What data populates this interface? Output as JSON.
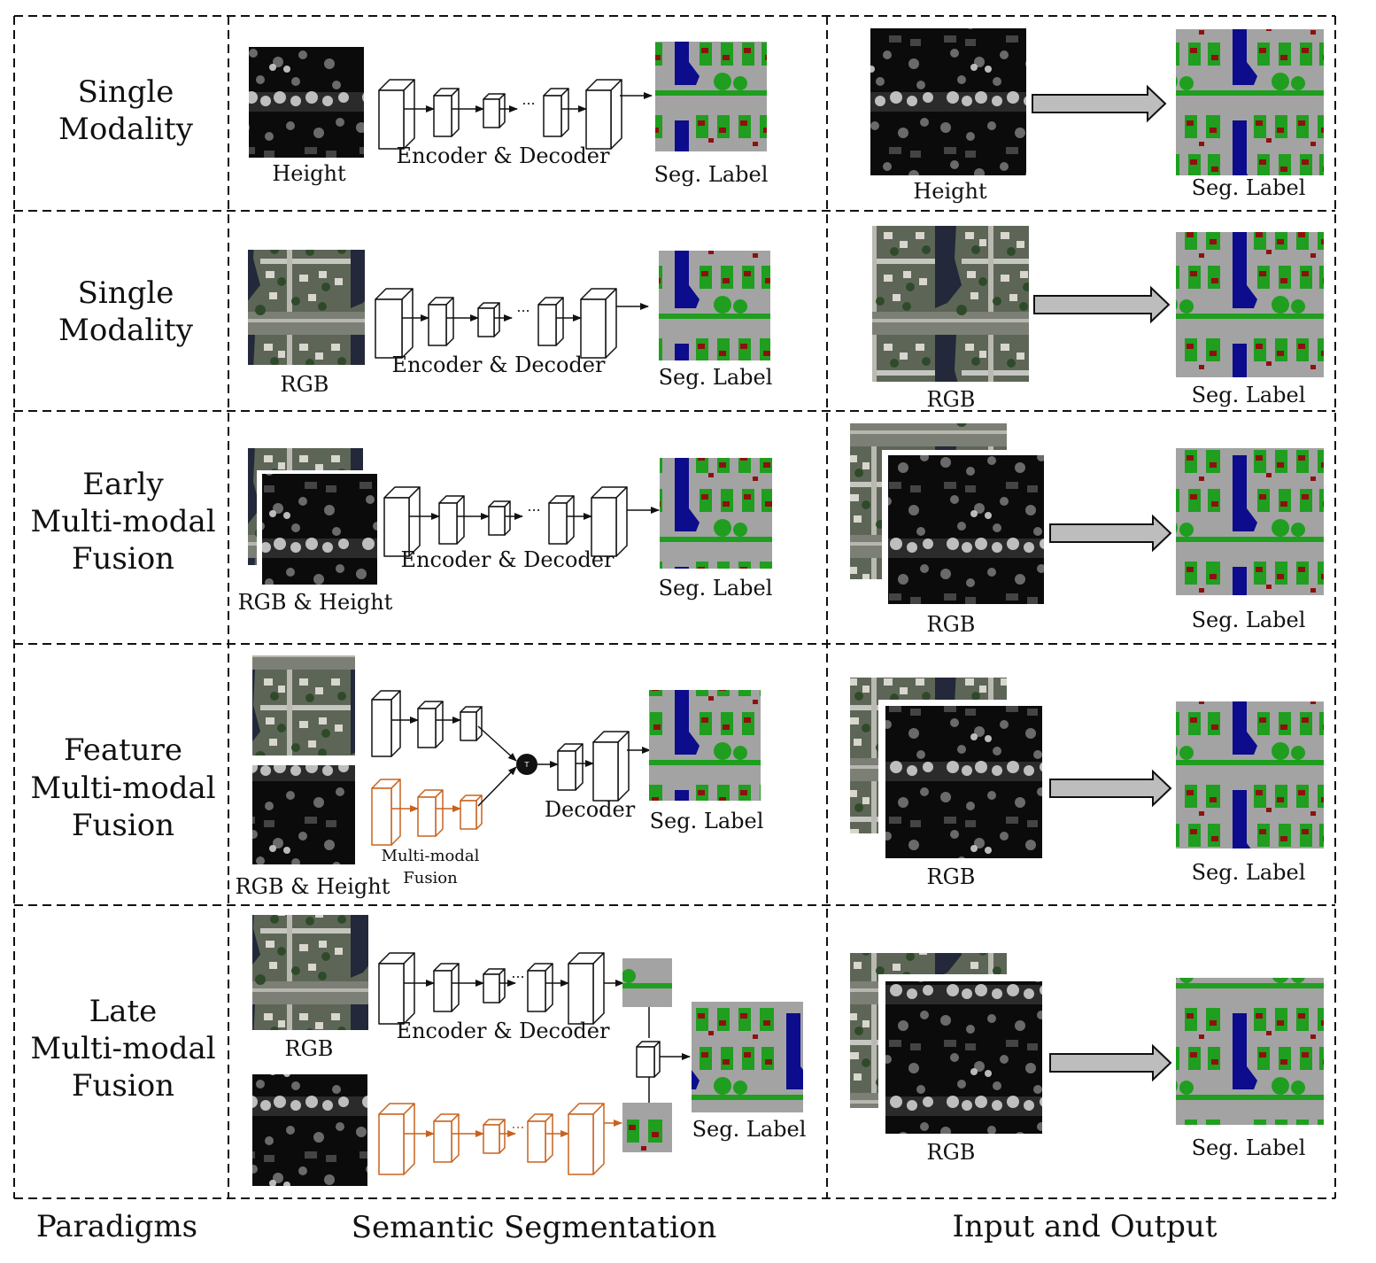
{
  "columns": {
    "paradigms": "Paradigms",
    "semantic_segmentation": "Semantic Segmentation",
    "input_output": "Input and Output"
  },
  "rows": [
    {
      "paradigm": [
        "Single",
        "Modality"
      ],
      "input_label": "Height",
      "network_label": "Encoder & Decoder",
      "output_label": "Seg. Label",
      "io_input_label": "Height",
      "io_output_label": "Seg. Label"
    },
    {
      "paradigm": [
        "Single",
        "Modality"
      ],
      "input_label": "RGB",
      "network_label": "Encoder & Decoder",
      "output_label": "Seg. Label",
      "io_input_label": "RGB",
      "io_output_label": "Seg. Label"
    },
    {
      "paradigm": [
        "Early",
        "Multi-modal",
        "Fusion"
      ],
      "input_label": "RGB & Height",
      "network_label": "Encoder & Decoder",
      "output_label": "Seg. Label",
      "io_input_label": "RGB",
      "io_output_label": "Seg. Label"
    },
    {
      "paradigm": [
        "Feature",
        "Multi-modal",
        "Fusion"
      ],
      "input_label": "RGB & Height",
      "network_label": "Decoder",
      "fusion_label": [
        "Multi-modal",
        "Fusion"
      ],
      "fusion_symbol": "T",
      "output_label": "Seg. Label",
      "io_input_label": "RGB",
      "io_output_label": "Seg. Label"
    },
    {
      "paradigm": [
        "Late",
        "Multi-modal",
        "Fusion"
      ],
      "input_label": "RGB",
      "network_label": "Encoder & Decoder",
      "output_label": "Seg. Label",
      "io_input_label": "RGB",
      "io_output_label": "Seg. Label"
    }
  ],
  "ellipsis": "...",
  "colors": {
    "branch_rgb": "#111111",
    "branch_height": "#c8621e",
    "water": "#0c0c8c",
    "vegetation": "#1f9e1f",
    "building": "#8e1010",
    "ground": "#a3a3a3",
    "arrow_fill": "#bdbdbd"
  }
}
